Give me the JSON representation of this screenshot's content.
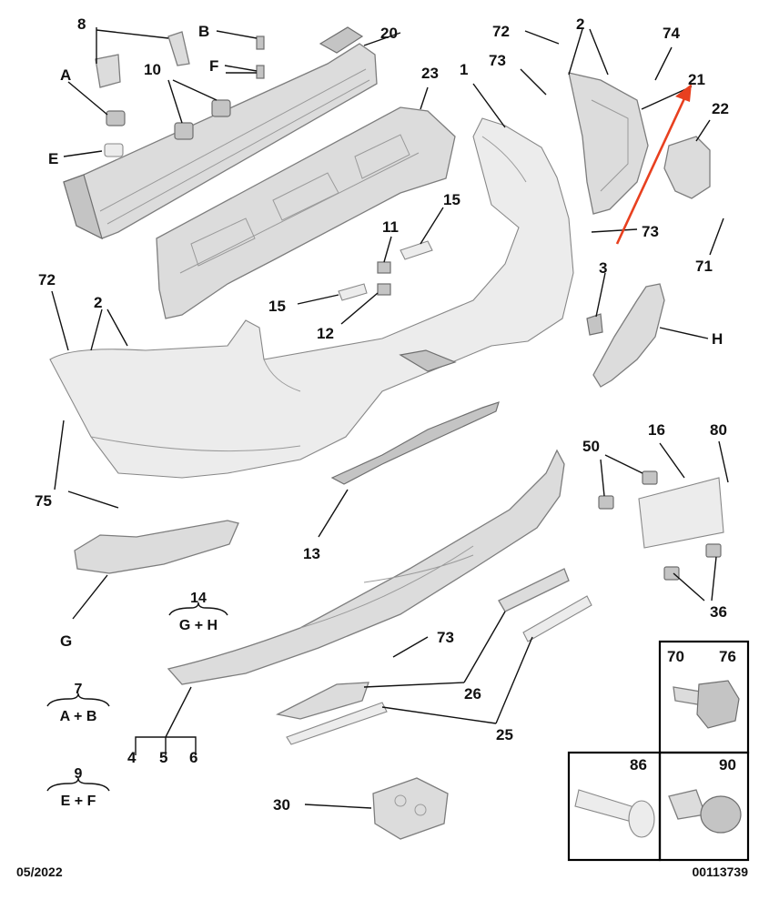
{
  "callouts": {
    "c8": "8",
    "cB": "B",
    "c20": "20",
    "c72a": "72",
    "c2a": "2",
    "c74": "74",
    "c73a": "73",
    "c1": "1",
    "c23": "23",
    "c21": "21",
    "c22": "22",
    "cA": "A",
    "c10": "10",
    "cF": "F",
    "cE": "E",
    "c15a": "15",
    "c11": "11",
    "c15b": "15",
    "c12": "12",
    "c73b": "73",
    "c71": "71",
    "c3": "3",
    "c72b": "72",
    "c2b": "2",
    "cH": "H",
    "c16": "16",
    "c80": "80",
    "c50": "50",
    "c75": "75",
    "c13": "13",
    "c36": "36",
    "cG": "G",
    "c73c": "73",
    "c26": "26",
    "c25": "25",
    "c30": "30",
    "c4": "4",
    "c5": "5",
    "c6": "6"
  },
  "combos": {
    "k14": {
      "top": "14",
      "bottom": "G + H"
    },
    "k7": {
      "top": "7",
      "bottom": "A + B"
    },
    "k9": {
      "top": "9",
      "bottom": "E + F"
    }
  },
  "hardware_boxes": {
    "b70": "70",
    "b76": "76",
    "b86": "86",
    "b90": "90"
  },
  "footer": {
    "date": "05/2022",
    "ref": "00113739"
  },
  "colors": {
    "highlight_arrow": "#e8401f"
  }
}
